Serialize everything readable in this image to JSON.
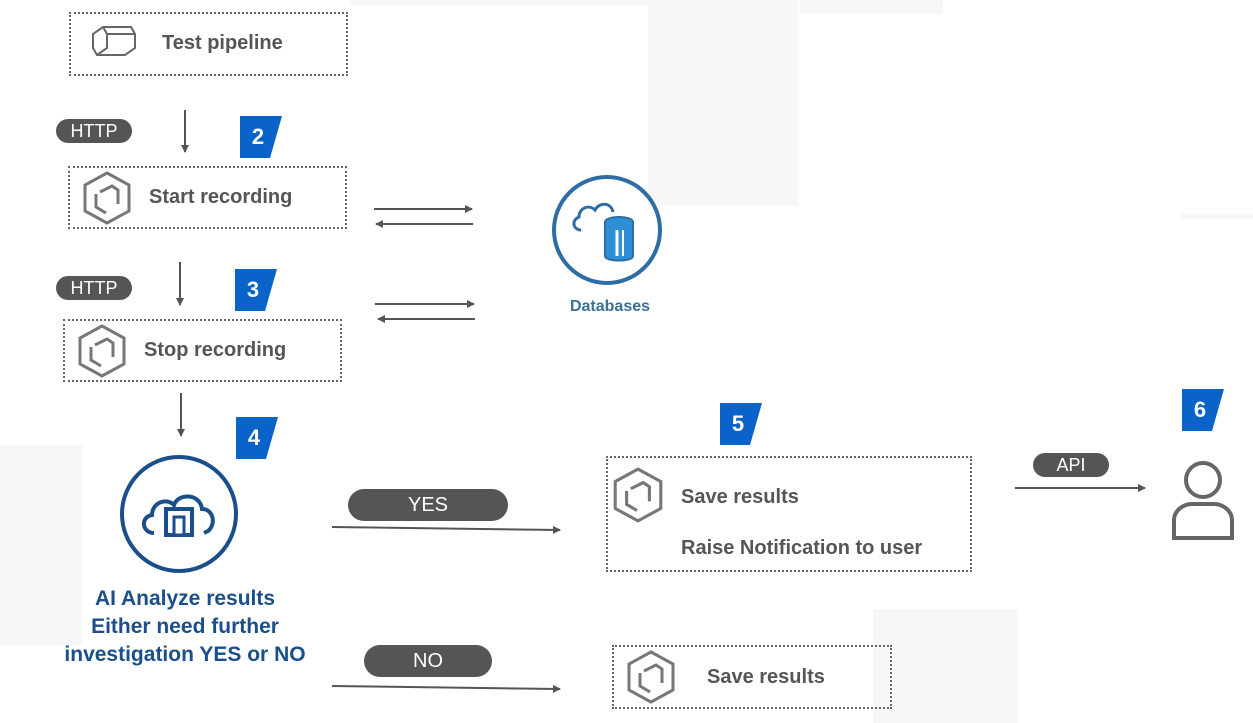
{
  "nodes": {
    "test_pipeline": "Test pipeline",
    "start_recording": "Start recording",
    "stop_recording": "Stop recording",
    "save_results_yes": "Save results",
    "raise_notification": "Raise Notification to user",
    "save_results_no": "Save results",
    "databases": "Databases"
  },
  "ai": {
    "line1": "AI Analyze results",
    "line2": "Either need further",
    "line3": "investigation YES or NO"
  },
  "labels": {
    "http_1": "HTTP",
    "http_2": "HTTP",
    "yes": "YES",
    "no": "NO",
    "api": "API"
  },
  "steps": {
    "s2": "2",
    "s3": "3",
    "s4": "4",
    "s5": "5",
    "s6": "6"
  },
  "colors": {
    "accent_blue": "#0a63c9",
    "dark_blue": "#1a4f8b",
    "circle_blue": "#2e6da4",
    "pill_gray": "#555555"
  },
  "icons": {
    "pipeline": "pipeline-hexagon-icon",
    "database": "cloud-database-icon",
    "ai": "cloud-analyze-icon",
    "user": "user-icon"
  }
}
